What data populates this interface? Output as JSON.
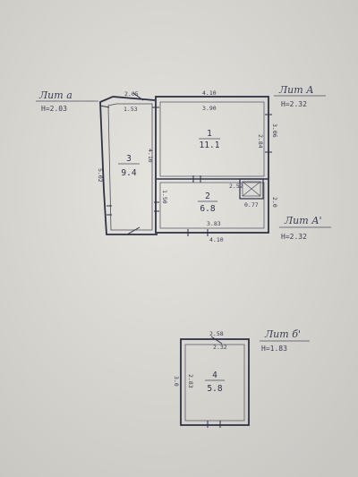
{
  "plan_1": {
    "label_left": {
      "name": "Лит а",
      "height": "H=2.03"
    },
    "label_right_top": {
      "name": "Лит А",
      "height": "H=2.32"
    },
    "label_right_bottom": {
      "name": "Лит А'",
      "height": "H=2.32"
    },
    "dims": {
      "top_left_outer": "2.05",
      "top_left_inner": "1.53",
      "top_right_outer": "4.10",
      "top_right_inner": "3.90",
      "left_outer": "5.02",
      "room3_right": "4.10",
      "room1_right_inner": "2.84",
      "right_outer_top": "3.06",
      "right_outer_bottom": "2.0",
      "room2_left": "1.50",
      "closet_left": "2.52",
      "bottom_inner": "3.83",
      "bottom_outer": "4.10"
    },
    "rooms": [
      {
        "number": "1",
        "area": "11.1"
      },
      {
        "number": "2",
        "area": "6.8"
      },
      {
        "number": "3",
        "area": "9.4"
      }
    ],
    "closet_area": "0.77"
  },
  "plan_2": {
    "label": {
      "name": "Лит б'",
      "height": "H=1.83"
    },
    "dims": {
      "top_outer": "2.58",
      "top_inner": "2.32",
      "left_outer": "3.0",
      "left_inner": "2.83"
    },
    "room": {
      "number": "4",
      "area": "5.8"
    }
  }
}
